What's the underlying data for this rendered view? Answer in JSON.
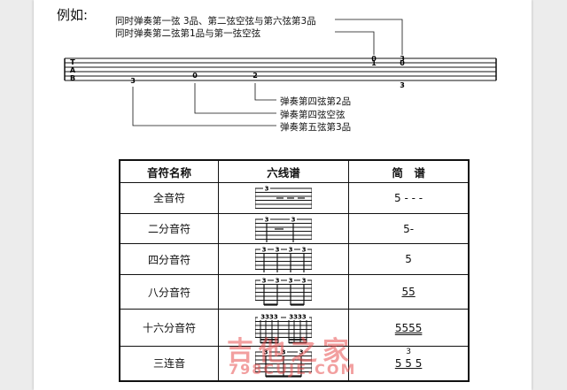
{
  "lead": "例如:",
  "top_annotations": [
    "同时弹奏第一弦 3品、第二弦空弦与第六弦第3品",
    "同时弹奏第二弦第1品与第一弦空弦",
    "弹奏第四弦第2品",
    "弹奏第四弦空弦",
    "弹奏第五弦第3品"
  ],
  "tab_clef": [
    "T",
    "A",
    "B"
  ],
  "tab_numbers": [
    "3",
    "0",
    "2",
    "0",
    "1",
    "3",
    "0",
    "3"
  ],
  "table": {
    "headers": [
      "音符名称",
      "六线谱",
      "简　谱"
    ],
    "rows": [
      {
        "name": "全音符",
        "tab_digits": [
          "3"
        ],
        "jianpu": "5 - - -"
      },
      {
        "name": "二分音符",
        "tab_digits": [
          "3",
          "3"
        ],
        "jianpu": "5-"
      },
      {
        "name": "四分音符",
        "tab_digits": [
          "3",
          "3",
          "3",
          "3"
        ],
        "jianpu": "5"
      },
      {
        "name": "八分音符",
        "tab_digits": [
          "3",
          "3",
          "3",
          "3"
        ],
        "jianpu": "55"
      },
      {
        "name": "十六分音符",
        "tab_digits": [
          "3333",
          "3333"
        ],
        "jianpu": "5555"
      },
      {
        "name": "三连音",
        "tab_digits": [
          "3",
          "3",
          "3"
        ],
        "jianpu": "5 5 5",
        "tuplet": "3"
      }
    ]
  },
  "watermark": {
    "main": "吉他之家",
    "sub": "798CUJE.COM",
    "color": "#e85050"
  }
}
